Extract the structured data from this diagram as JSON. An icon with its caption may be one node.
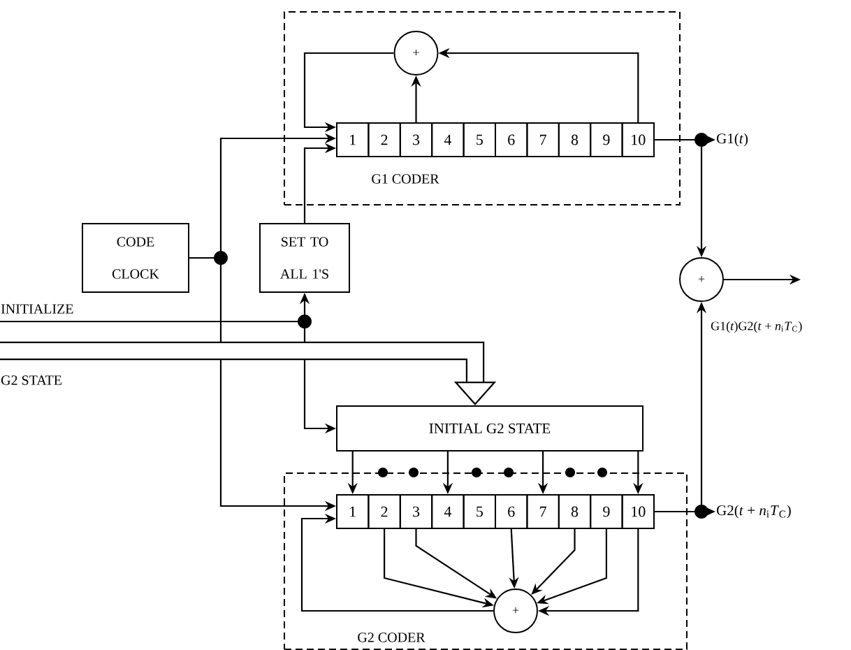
{
  "diagram": {
    "nodes": [
      {
        "text": [
          "G1 CODER"
        ]
      },
      {
        "text": [
          "+"
        ],
        "in": 0
      },
      {
        "text": [
          "1"
        ],
        "in": 0
      },
      {
        "text": [
          "2"
        ],
        "in": 0
      },
      {
        "text": [
          "3"
        ],
        "in": 0
      },
      {
        "text": [
          "4"
        ],
        "in": 0
      },
      {
        "text": [
          "5"
        ],
        "in": 0
      },
      {
        "text": [
          "6"
        ],
        "in": 0
      },
      {
        "text": [
          "7"
        ],
        "in": 0
      },
      {
        "text": [
          "8"
        ],
        "in": 0
      },
      {
        "text": [
          "9"
        ],
        "in": 0
      },
      {
        "text": [
          "10"
        ],
        "in": 0
      },
      {
        "text": [
          "CODE CLOCK"
        ]
      },
      {
        "text": [
          "SET TO ALL 1'S"
        ]
      },
      {
        "text": [
          "INITIAL G2 STATE"
        ]
      },
      {
        "text": [
          "G2 CODER"
        ]
      },
      {
        "text": [
          "1"
        ],
        "in": 15
      },
      {
        "text": [
          "2"
        ],
        "in": 15
      },
      {
        "text": [
          "3"
        ],
        "in": 15
      },
      {
        "text": [
          "4"
        ],
        "in": 15
      },
      {
        "text": [
          "5"
        ],
        "in": 15
      },
      {
        "text": [
          "6"
        ],
        "in": 15
      },
      {
        "text": [
          "7"
        ],
        "in": 15
      },
      {
        "text": [
          "8"
        ],
        "in": 15
      },
      {
        "text": [
          "9"
        ],
        "in": 15
      },
      {
        "text": [
          "10"
        ],
        "in": 15
      },
      {
        "text": [
          "+"
        ],
        "in": 15
      },
      {
        "text": [
          "+"
        ]
      },
      {
        "text": [
          "G1(*t*)"
        ]
      },
      {
        "text": [
          "G2(*t* + *n*$_{i}$*T*$_{C}$)"
        ]
      }
    ],
    "edges": [
      {
        "from": 4,
        "to": 1,
        "arrow": "to"
      },
      {
        "from": 11,
        "to": 1,
        "arrow": "to"
      },
      {
        "from": 1,
        "to": 2,
        "arrow": "to"
      },
      {
        "from": 12,
        "to": 2,
        "arrow": "to"
      },
      {
        "from": 12,
        "to": 16,
        "arrow": "to"
      },
      {
        "from": 13,
        "to": 2,
        "arrow": "to"
      },
      {
        "from": null,
        "to": 13,
        "arrow": "to",
        "label": "INITIALIZE"
      },
      {
        "from": null,
        "to": 14,
        "arrow": "to"
      },
      {
        "from": null,
        "to": 14,
        "arrow": "to",
        "style": "thick",
        "label": "G2 STATE"
      },
      {
        "from": 14,
        "to": 16,
        "arrow": "to"
      },
      {
        "from": 14,
        "to": 19,
        "arrow": "to"
      },
      {
        "from": 14,
        "to": 22,
        "arrow": "to"
      },
      {
        "from": 14,
        "to": 25,
        "arrow": "to"
      },
      {
        "from": 17,
        "to": 26,
        "arrow": "to"
      },
      {
        "from": 18,
        "to": 26,
        "arrow": "to"
      },
      {
        "from": 21,
        "to": 26,
        "arrow": "to"
      },
      {
        "from": 23,
        "to": 26,
        "arrow": "to"
      },
      {
        "from": 24,
        "to": 26,
        "arrow": "to"
      },
      {
        "from": 25,
        "to": 26,
        "arrow": "to"
      },
      {
        "from": 26,
        "to": 16,
        "arrow": "to"
      },
      {
        "from": 11,
        "to": 28,
        "arrow": "to"
      },
      {
        "from": 11,
        "to": 27,
        "arrow": "to"
      },
      {
        "from": 25,
        "to": 29,
        "arrow": "to"
      },
      {
        "from": 25,
        "to": 27,
        "arrow": "to"
      },
      {
        "from": 27,
        "to": null,
        "arrow": "to"
      }
    ],
    "labels": [
      "G1(*t*)G2(*t* + *n*$_{i}$*T*$_{C}$)"
    ]
  }
}
